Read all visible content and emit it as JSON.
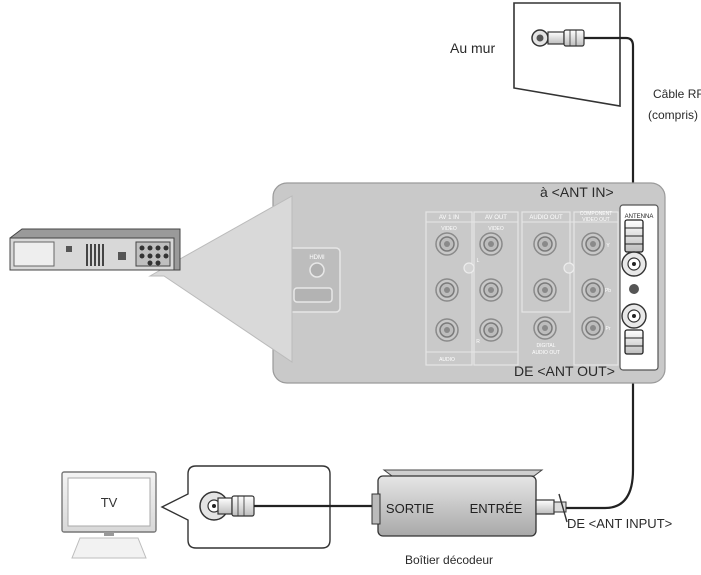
{
  "labels": {
    "wall": "Au mur",
    "cable_line1": "Câble RF",
    "cable_line2": "(compris)",
    "ant_in": "à <ANT IN>",
    "ant_out": "DE <ANT OUT>",
    "ant_input": "DE <ANT INPUT>",
    "tv": "TV",
    "box_out": "SORTIE",
    "box_in": "ENTRÉE",
    "box_caption": "Boîtier décodeur"
  },
  "panel": {
    "hdmi": "HDMI",
    "av1_in": "AV 1 IN",
    "av_out": "AV OUT",
    "video1": "VIDEO",
    "video2": "VIDEO",
    "audio_out": "AUDIO OUT",
    "component_line1": "COMPONENT",
    "component_line2": "VIDEO OUT",
    "antenna": "ANTENNA",
    "digital_line1": "DIGITAL",
    "digital_line2": "AUDIO OUT",
    "audio": "AUDIO",
    "l": "L",
    "r": "R",
    "y": "Y",
    "pb": "Pb",
    "pr": "Pr"
  }
}
